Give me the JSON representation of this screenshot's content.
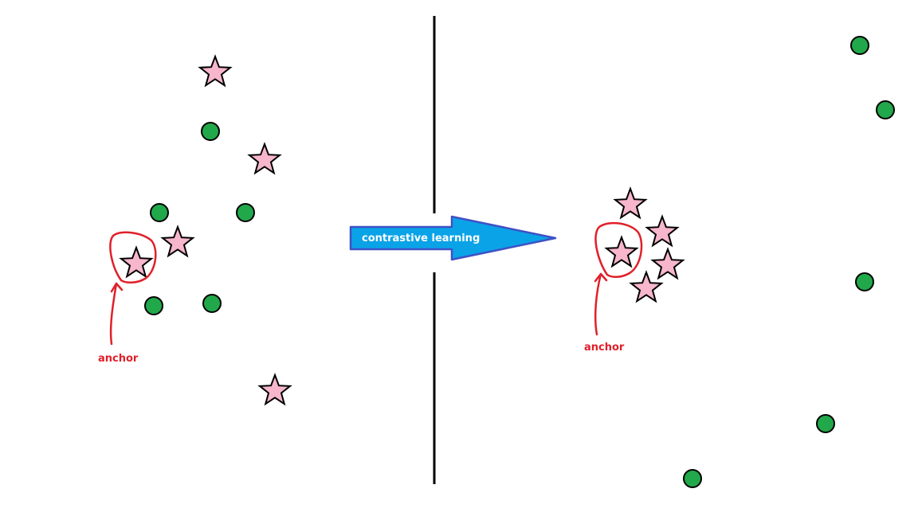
{
  "arrow": {
    "label": "contrastive learning",
    "fill_color": "#0aa3e8",
    "stroke_color": "#3f51c4",
    "text_color": "#ffffff"
  },
  "left_panel": {
    "anchor_label": "anchor"
  },
  "right_panel": {
    "anchor_label": "anchor"
  },
  "colors": {
    "star_fill": "#f7b6cb",
    "star_stroke": "#000000",
    "circle_fill": "#21a84a",
    "circle_stroke": "#000000",
    "anchor_annotation": "#e0202a",
    "divider": "#000000"
  },
  "icons": {
    "star": "star-icon",
    "circle": "circle-icon"
  }
}
